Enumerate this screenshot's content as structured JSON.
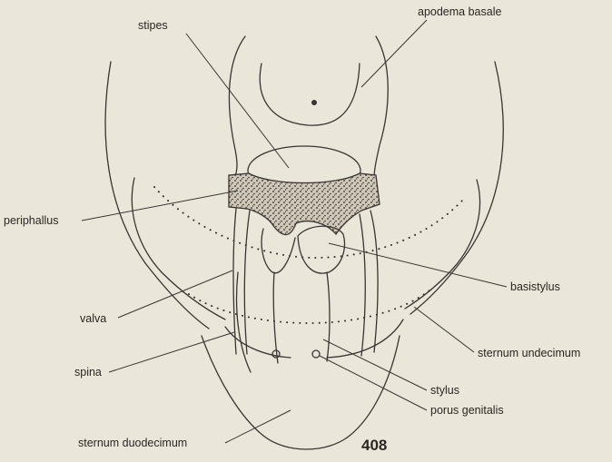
{
  "labels": {
    "stipes": "stipes",
    "apodema_basale": "apodema basale",
    "periphallus": "periphallus",
    "basistylus": "basistylus",
    "valva": "valva",
    "sternum_undecimum": "sternum undecimum",
    "spina": "spina",
    "stylus": "stylus",
    "porus_genitalis": "porus genitalis",
    "sternum_duodecimum": "sternum duodecimum"
  },
  "figure_number": "408",
  "colors": {
    "paper": "#eae6d9",
    "ink": "#3a3530",
    "stipple_fill": "#cfc7b8"
  }
}
